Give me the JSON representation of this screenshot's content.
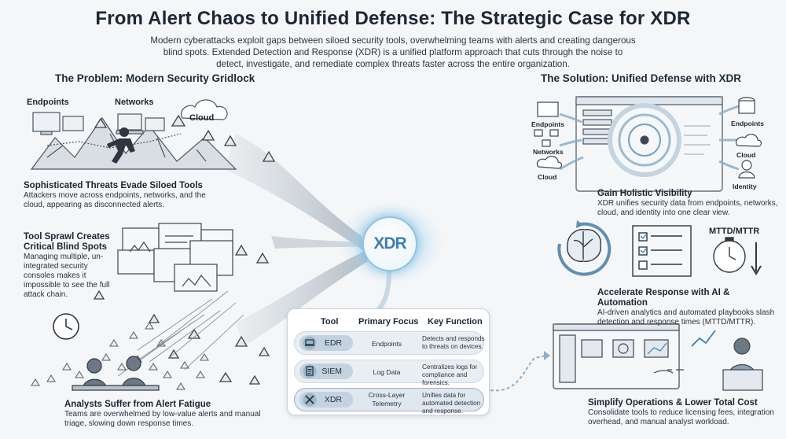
{
  "header": {
    "title": "From Alert Chaos to Unified Defense: The Strategic Case for XDR",
    "subtitle": "Modern cyberattacks exploit gaps between siloed security tools, overwhelming teams with alerts and creating dangerous blind spots. Extended Detection and Response (XDR) is a unified platform approach that cuts through the noise to detect, investigate, and remediate complex threats faster across the entire organization."
  },
  "problem": {
    "heading": "The Problem: Modern Security Gridlock",
    "labels": {
      "endpoints": "Endpoints",
      "networks": "Networks",
      "cloud": "Cloud"
    },
    "blocks": [
      {
        "title": "Sophisticated Threats Evade Siloed Tools",
        "desc": "Attackers move across endpoints, networks, and the cloud, appearing as disconnected alerts."
      },
      {
        "title": "Tool Sprawl Creates Critical Blind Spots",
        "desc": "Managing multiple, un-integrated security consoles makes it impossible to see the full attack chain."
      },
      {
        "title": "Analysts Suffer from Alert Fatigue",
        "desc": "Teams are overwhelmed by low-value alerts and manual triage, slowing down response times."
      }
    ]
  },
  "hub": {
    "label": "XDR"
  },
  "table": {
    "headers": [
      "Tool",
      "Primary Focus",
      "Key Function"
    ],
    "rows": [
      {
        "tool": "EDR",
        "focus": "Endpoints",
        "function": "Detects and responds to threats on devices."
      },
      {
        "tool": "SIEM",
        "focus": "Log Data",
        "function": "Centralizes logs for compliance and forensics."
      },
      {
        "tool": "XDR",
        "focus": "Cross-Layer Telemetry",
        "function": "Unifies data for automated detection and response."
      }
    ]
  },
  "solution": {
    "heading": "The Solution: Unified Defense with XDR",
    "left_labels": {
      "endpoints": "Endpoints",
      "networks": "Networks",
      "cloud": "Cloud"
    },
    "right_labels": {
      "endpoints": "Endpoints",
      "cloud": "Cloud",
      "identity": "Identity"
    },
    "mttd_label": "MTTD/MTTR",
    "blocks": [
      {
        "title": "Gain Holistic Visibility",
        "desc": "XDR unifies security data from endpoints, networks, cloud, and identity into one clear view."
      },
      {
        "title": "Accelerate Response with AI & Automation",
        "desc": "AI-driven analytics and automated playbooks slash detection and response times (MTTD/MTTR)."
      },
      {
        "title": "Simplify Operations & Lower Total Cost",
        "desc": "Consolidate tools to reduce licensing fees, integration overhead, and manual analyst workload."
      }
    ]
  },
  "colors": {
    "accent": "#3d7fb0",
    "glow": "#8fc3e0",
    "sketch": "#4a5663",
    "background": "#f4f6f8"
  }
}
